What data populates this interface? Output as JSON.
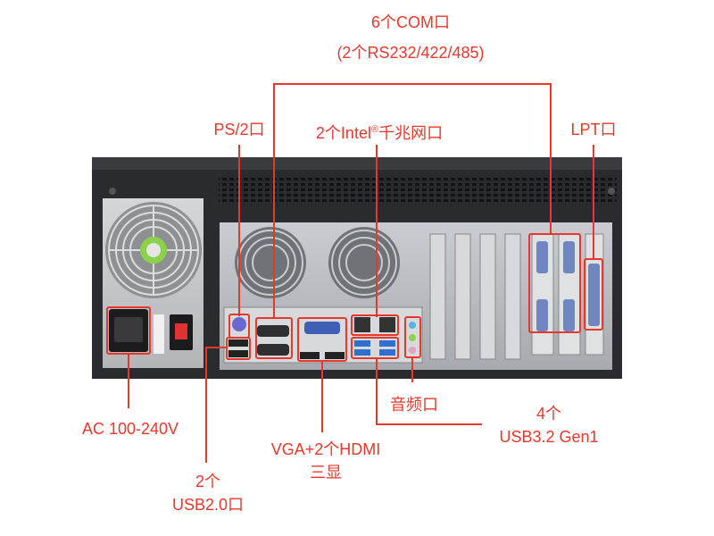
{
  "labels": {
    "com_line1": "6个COM口",
    "com_line2": "(2个RS232/422/485)",
    "ps2": "PS/2口",
    "lan_pre": "2个Intel",
    "lan_reg": "®",
    "lan_post": "千兆网口",
    "lpt": "LPT口",
    "audio": "音频口",
    "usb3_line1": "4个",
    "usb3_line2": "USB3.2 Gen1",
    "ac": "AC 100-240V",
    "video_line1": "VGA+2个HDMI",
    "video_line2": "三显",
    "usb2_line1": "2个",
    "usb2_line2": "USB2.0口"
  },
  "colors": {
    "callout": "#e8382c",
    "chassis_dark": "#2a2b2e",
    "panel_silver": "#b9bcc0",
    "port_blue": "#2f6fd0",
    "vga_blue": "#3f5fb5"
  },
  "icons": [
    "fan-icon",
    "power-socket-icon",
    "power-switch-icon"
  ]
}
